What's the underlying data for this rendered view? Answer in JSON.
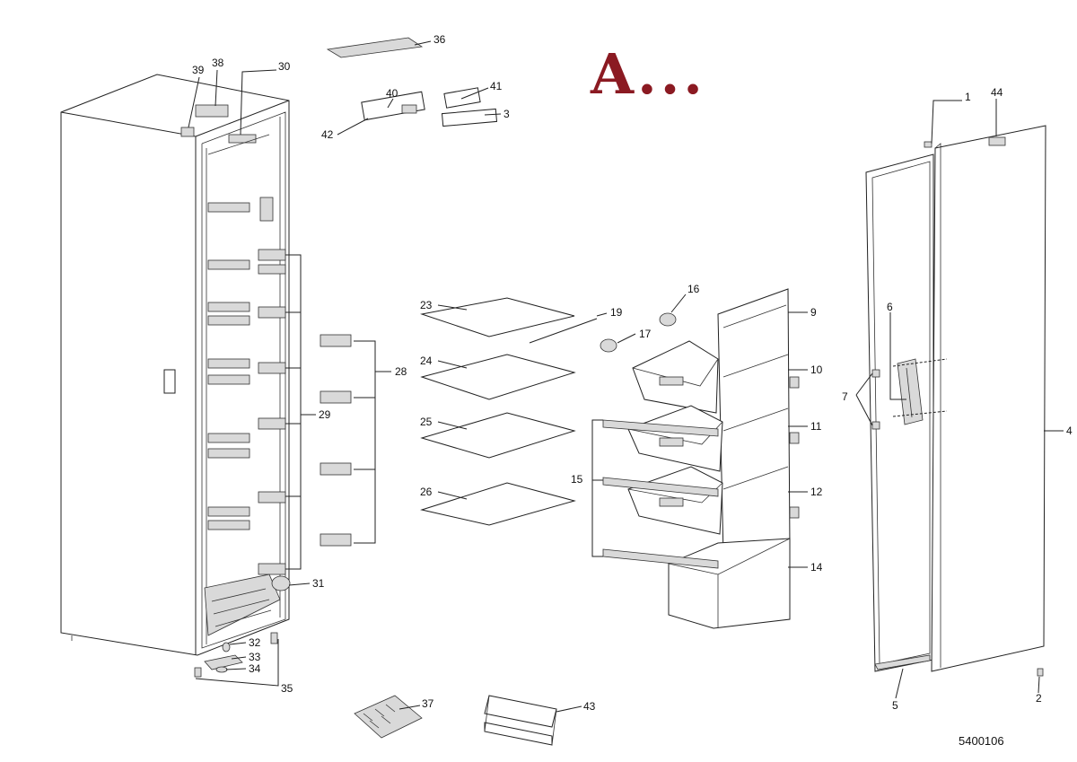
{
  "heading": "A...",
  "drawing_code": "5400106",
  "labels": {
    "l1": "1",
    "l2": "2",
    "l3": "3",
    "l4": "4",
    "l5": "5",
    "l6": "6",
    "l7": "7",
    "l9": "9",
    "l10": "10",
    "l11": "11",
    "l12": "12",
    "l14": "14",
    "l15": "15",
    "l16": "16",
    "l17": "17",
    "l19": "19",
    "l23": "23",
    "l24": "24",
    "l25": "25",
    "l26": "26",
    "l28": "28",
    "l29": "29",
    "l30": "30",
    "l31": "31",
    "l32": "32",
    "l33": "33",
    "l34": "34",
    "l35": "35",
    "l36": "36",
    "l37": "37",
    "l38": "38",
    "l39": "39",
    "l40": "40",
    "l41": "41",
    "l42": "42",
    "l43": "43",
    "l44": "44"
  }
}
